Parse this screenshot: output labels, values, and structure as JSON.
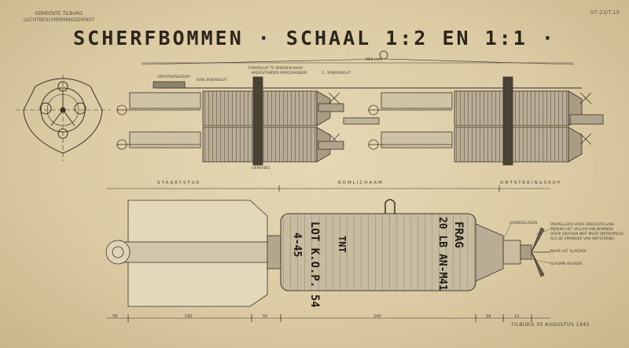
{
  "header": {
    "title": "SCHERFBOMMEN · SCHAAL 1:2 EN 1:1 ·",
    "department_line1": "GEMEENTE TILBURG",
    "department_line2": "LUCHTBESCHERMINGSDIENST",
    "code": "07-23/T.15"
  },
  "top_view": {
    "overall_dim": "584 mm",
    "labels": {
      "fuse": "ONTSTEKINGSDOP",
      "ring": "RING MOERBOUT",
      "strap": "STRAPSLUIT TE SPREKEN NAAR",
      "strap2": "WEERSTANDEN KARDERANDEN",
      "rod": "C. SPIJKERBOUT",
      "band": "LIERKABEL"
    }
  },
  "side_view": {
    "sections": {
      "tail": "STAARTSTUK",
      "body": "BOMLICHAAM",
      "fuse": "ONTSTEKINGSKOP"
    },
    "stencil": {
      "line1": "TNT",
      "line2": "LOT K.O.P. 54",
      "line3": "4-45",
      "line4": "FRAG",
      "line5": "20 LB AN-M41"
    },
    "dims": [
      "56",
      "190",
      "50",
      "240",
      "34",
      "23"
    ],
    "notes": {
      "n1": "GRONDSLAGEN",
      "n2": "PROPELLERS VOOR ZEKERSTELLING",
      "n3": "TIJDENS HET VALLEN VAN BOMMEN",
      "n4": "DOOR DRAAIEN NIET MEER ONTKOPPELD",
      "n5": "ALS DE SPRINGER VAN ONTSTEKING",
      "n6": "NAAR HET SLAGPEN",
      "n7": "SLAGPIN HOUDER"
    }
  },
  "footer": {
    "place_date": "TILBURG 30 AUGUSTUS 1945"
  },
  "colors": {
    "paper": "#e2d4b0",
    "ink": "#2b251c",
    "shade": "#5a5042"
  }
}
